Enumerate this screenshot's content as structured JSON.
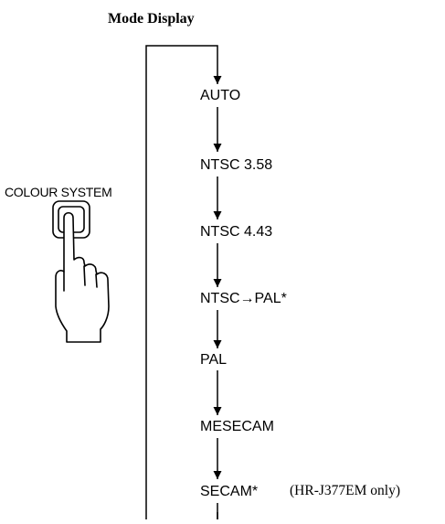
{
  "title": "Mode Display",
  "button": {
    "label": "COLOUR SYSTEM",
    "icon": "hand-pressing-button-icon"
  },
  "modes": [
    {
      "label": "AUTO"
    },
    {
      "label": "NTSC 3.58"
    },
    {
      "label": "NTSC 4.43"
    },
    {
      "label": "NTSC→PAL*"
    },
    {
      "label": "PAL"
    },
    {
      "label": "MESECAM"
    },
    {
      "label": "SECAM*"
    }
  ],
  "note": "(HR-J377EM only)"
}
